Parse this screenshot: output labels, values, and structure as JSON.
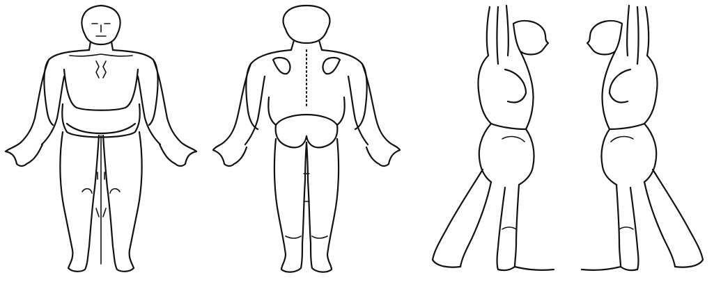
{
  "diagram": {
    "views": [
      {
        "id": "anterior",
        "title": ""
      },
      {
        "id": "posterior",
        "title": ""
      },
      {
        "id": "lateral-right",
        "title": ""
      },
      {
        "id": "lateral-left",
        "title": ""
      }
    ],
    "line_color": "#111111",
    "background": "#ffffff"
  }
}
